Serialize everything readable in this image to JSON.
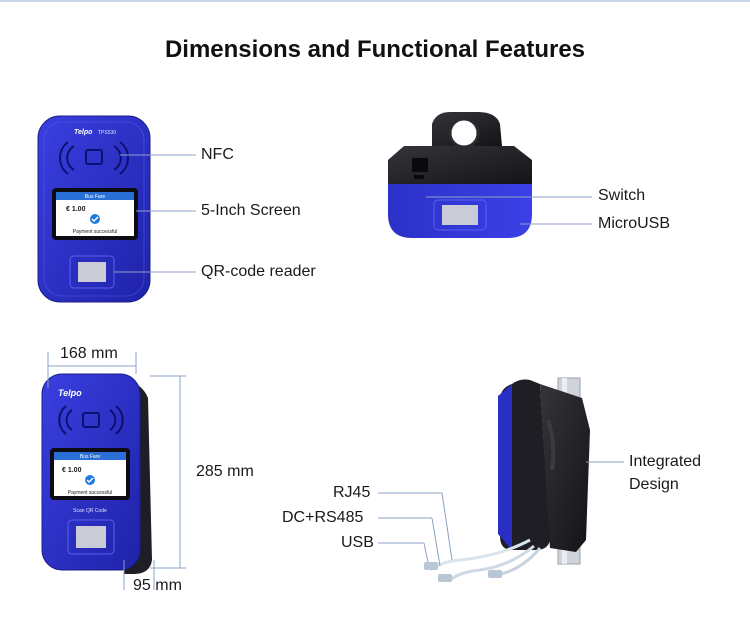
{
  "title": "Dimensions and Functional Features",
  "front_device": {
    "brand": "Telpo",
    "model": "TPS530",
    "screen_header": "Bus Fare",
    "screen_amount": "€ 1.00",
    "screen_status": "Payment successful"
  },
  "callouts": {
    "nfc": "NFC",
    "screen": "5-Inch Screen",
    "qr": "QR-code reader",
    "switch": "Switch",
    "microusb": "MicroUSB",
    "integrated_line1": "Integrated",
    "integrated_line2": "Design",
    "rj45": "RJ45",
    "dc_rs485": "DC+RS485",
    "usb": "USB"
  },
  "dimensions": {
    "width": "168 mm",
    "height": "285 mm",
    "depth": "95 mm"
  },
  "angle_device": {
    "brand": "Telpo",
    "screen_header": "Bus Fare",
    "screen_amount": "€ 1.00",
    "screen_status": "Payment successful",
    "scan_text": "Scan QR Code"
  },
  "colors": {
    "device_blue": "#2a2fc4",
    "device_dark": "#1c1c22",
    "leader": "#8fa2c4",
    "dim_line": "#8aa0c8"
  }
}
